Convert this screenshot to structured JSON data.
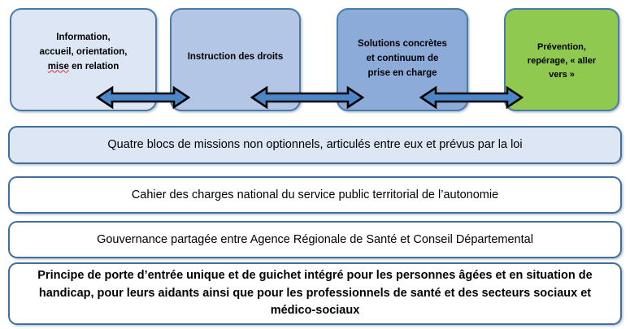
{
  "diagram": {
    "title": "Service public territorial de l'autonomie",
    "colors": {
      "box1_fill": "#dce6f4",
      "box2_fill": "#b3c6e5",
      "box3_fill": "#8cabd9",
      "box4_fill": "#8fc94f",
      "box_border": "#4a7ba7",
      "bar_border": "#3f6f9f",
      "bar1_fill": "#dce6f4",
      "bar_fill": "#ffffff",
      "arrow_fill": "#4a86c8",
      "arrow_outline": "#000000",
      "spellcheck_underline": "#e03030"
    },
    "mission_blocks": [
      {
        "id": "information",
        "lines": [
          "Information,",
          "accueil, orientation,",
          "mise en relation"
        ],
        "line1": "Information,",
        "line2": "accueil, orientation,",
        "line3_a": "mise",
        "line3_b": " en relation"
      },
      {
        "id": "instruction",
        "lines": [
          "Instruction des droits"
        ],
        "line1": "Instruction des droits"
      },
      {
        "id": "solutions",
        "lines": [
          "Solutions concrètes",
          "et continuum de",
          "prise en charge"
        ],
        "line1": "Solutions concrètes",
        "line2": "et continuum de",
        "line3": "prise en charge"
      },
      {
        "id": "prevention",
        "lines": [
          "Prévention,",
          "repérage, « aller",
          "vers »"
        ],
        "line1": "Prévention,",
        "line2": "repérage, « aller",
        "line3": "vers »"
      }
    ],
    "connectors": [
      {
        "id": "arrow-1",
        "type": "double-headed-arrow",
        "from": "information",
        "to": "instruction"
      },
      {
        "id": "arrow-2",
        "type": "double-headed-arrow",
        "from": "instruction",
        "to": "solutions"
      },
      {
        "id": "arrow-3",
        "type": "double-headed-arrow",
        "from": "solutions",
        "to": "prevention"
      }
    ],
    "bars": [
      {
        "id": "missions",
        "text": "Quatre blocs de missions non optionnels, articulés entre eux et prévus par la loi"
      },
      {
        "id": "cahier",
        "text": "Cahier des charges national du service public territorial de l’autonomie"
      },
      {
        "id": "gouvernance",
        "text": "Gouvernance partagée entre Agence Régionale de Santé et Conseil Départemental"
      },
      {
        "id": "principe",
        "text": "Principe de porte d’entrée unique et de guichet intégré pour les personnes âgées et en situation de handicap, pour leurs aidants ainsi que pour les professionnels de santé et des secteurs sociaux et médico-sociaux"
      }
    ]
  }
}
